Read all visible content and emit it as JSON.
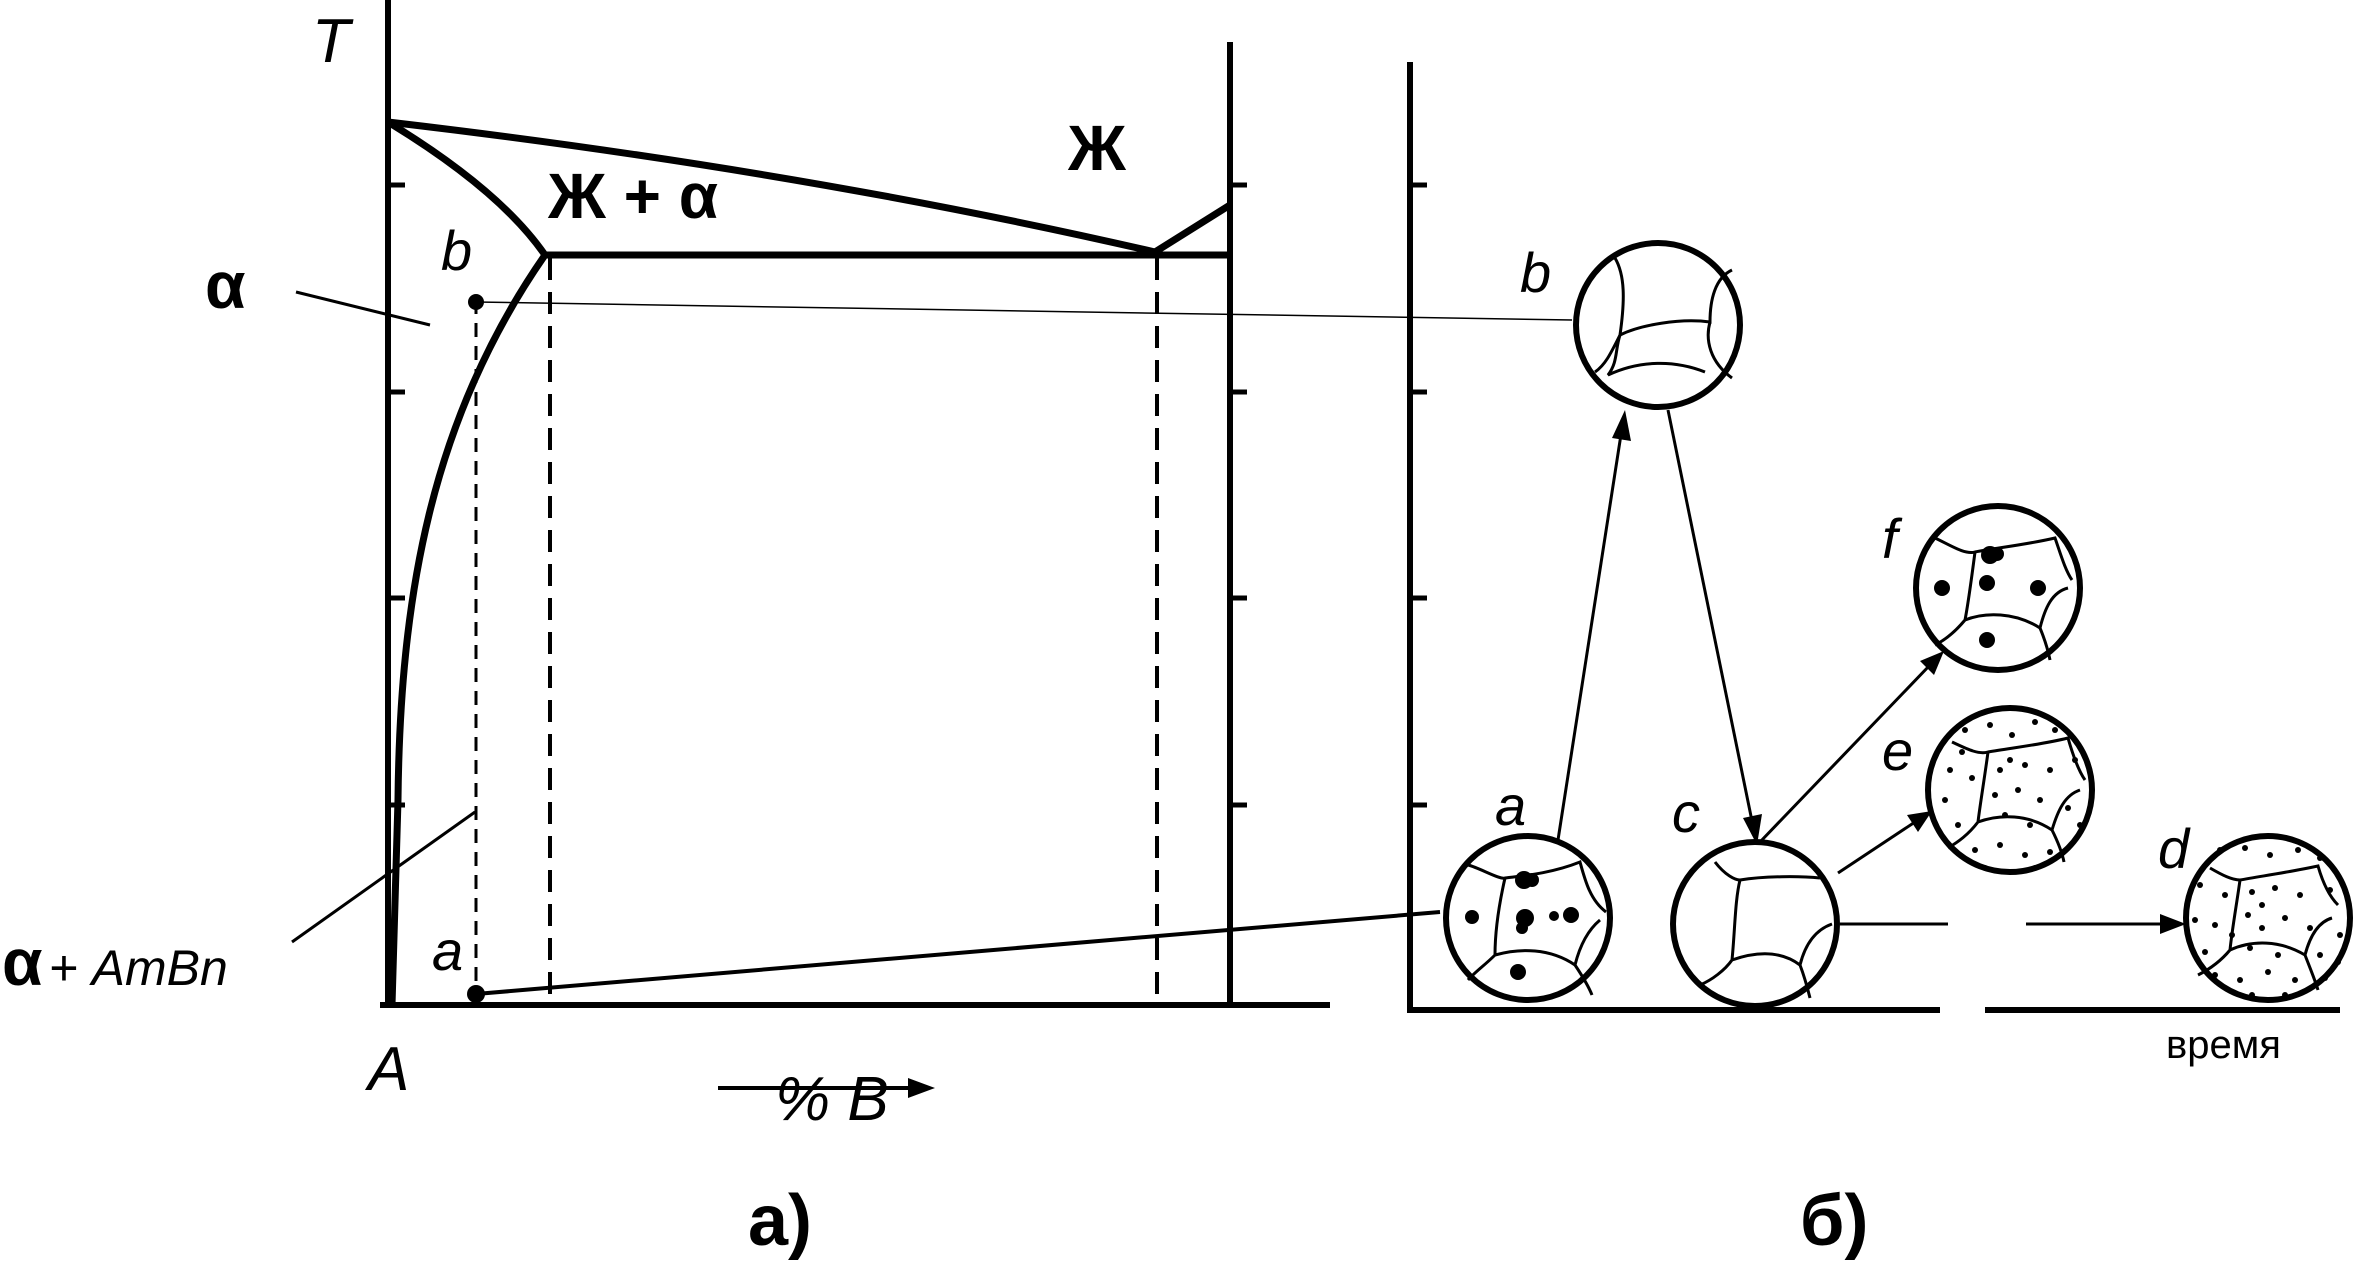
{
  "panel_a": {
    "caption": "а)",
    "axis_y_label": "T",
    "axis_x_label": "% B",
    "origin_label": "A",
    "phase_liquid": "Ж",
    "phase_liquid_alpha": "Ж + α",
    "phase_alpha": "α",
    "phase_alpha_compound_alpha": "α",
    "phase_alpha_compound_rest": "+ AmBn",
    "point_b": "b",
    "point_a": "a"
  },
  "panel_b": {
    "caption": "б)",
    "axis_x_label": "время",
    "states": [
      {
        "label": "a"
      },
      {
        "label": "b"
      },
      {
        "label": "c"
      },
      {
        "label": "d"
      },
      {
        "label": "e"
      },
      {
        "label": "f"
      }
    ]
  }
}
